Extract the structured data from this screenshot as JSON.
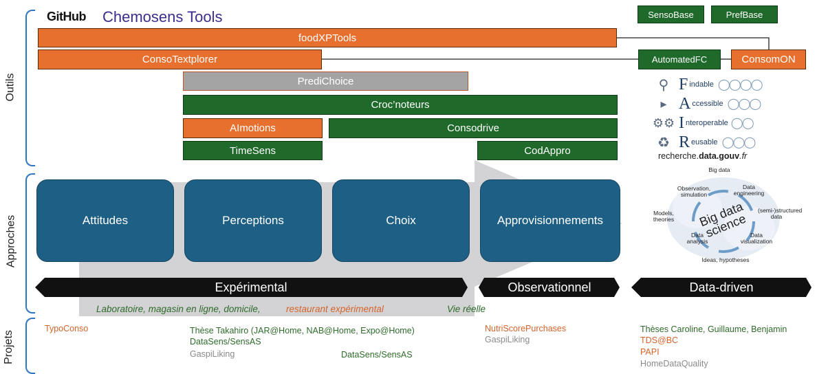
{
  "header": {
    "github": "GitHub",
    "title": "Chemosens Tools"
  },
  "sections": {
    "outils": "Outils",
    "approches": "Approches",
    "projets": "Projets"
  },
  "tools": {
    "sensobase": "SensoBase",
    "prefbase": "PrefBase",
    "foodxptools": "foodXPTools",
    "consotextplorer": "ConsoTextplorer",
    "automatedfc": "AutomatedFC",
    "consomon": "ConsomON",
    "predichoice": "PrediChoice",
    "crocnoteurs": "Croc’noteurs",
    "aimotions": "AImotions",
    "consodrive": "Consodrive",
    "timesens": "TimeSens",
    "codappro": "CodAppro"
  },
  "fair": {
    "f_letter": "F",
    "f_word": "indable",
    "a_letter": "A",
    "a_word": "ccessible",
    "i_letter": "I",
    "i_word": "nteroperable",
    "r_letter": "R",
    "r_word": "eusable",
    "source_prefix": "recherche.",
    "source_bold": "data.gouv",
    "source_suffix": ".fr"
  },
  "approaches": {
    "attitudes": "Attitudes",
    "perceptions": "Perceptions",
    "choix": "Choix",
    "approvisionnements": "Approvisionnements"
  },
  "bigdata": {
    "center": "Big data science",
    "top": "Big data",
    "observation": "Observation, simulation",
    "engineering": "Data engineering",
    "structured": "(semi-)structured data",
    "models": "Models, theories",
    "visualization": "Data visualization",
    "analysis": "Data analysis",
    "ideas": "Ideas, hypotheses"
  },
  "bands": {
    "experimental": "Expérimental",
    "observationnel": "Observationnel",
    "datadriven": "Data-driven"
  },
  "contexts": {
    "lab": "Laboratoire, magasin en ligne, domicile,",
    "restaurant": "restaurant expérimental",
    "real_life": "Vie réelle"
  },
  "projects": {
    "typoconso": "TypoConso",
    "these_takahiro": "Thèse Takahiro (JAR@Home, NAB@Home, Expo@Home)",
    "datasens1": "DataSens/SensAS",
    "gaspiliking1": "GaspiLiking",
    "datasens2": "DataSens/SensAS",
    "nutriscore": "NutriScorePurchases",
    "gaspiliking2": "GaspiLiking",
    "theses_cgb": "Thèses Caroline, Guillaume, Benjamin",
    "tdsbc": "TDS@BC",
    "papi": "PAPI",
    "homedataquality": "HomeDataQuality"
  },
  "colors": {
    "orange": "#e8702f",
    "green": "#1f6a2a",
    "grey": "#a4a4a4",
    "blue": "#1e5f86",
    "bracket": "#2b78c2"
  }
}
